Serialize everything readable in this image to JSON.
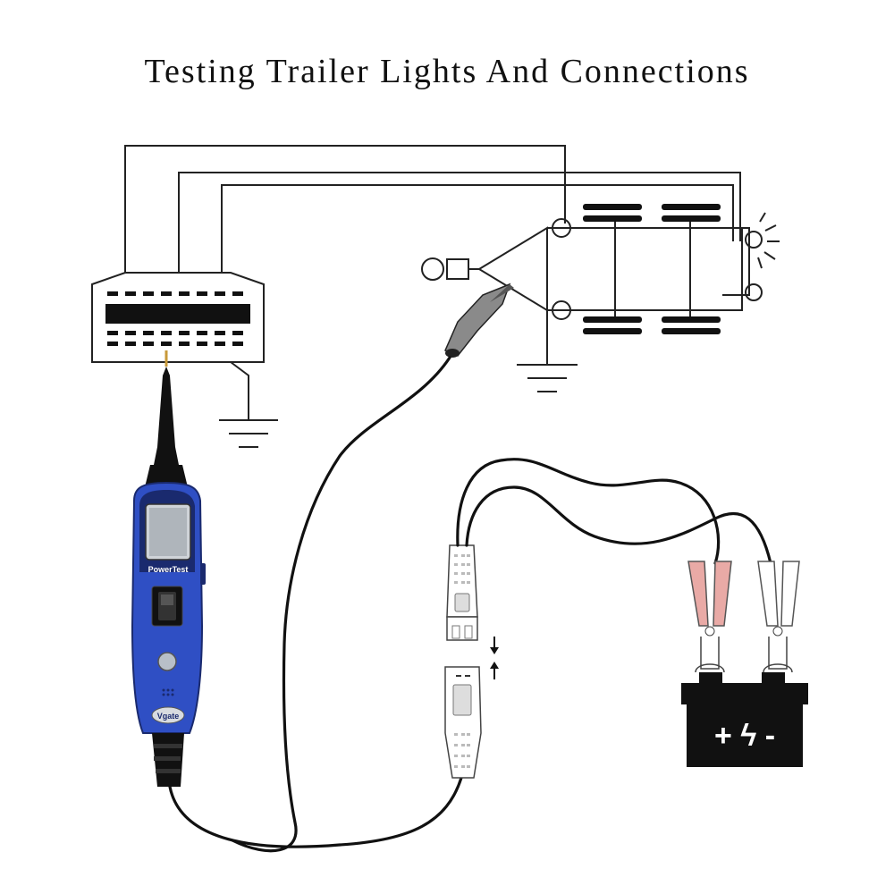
{
  "title": "Testing Trailer Lights And Connections",
  "device": {
    "label": "PowerTest",
    "brand": "Vgate"
  },
  "battery": {
    "symbol": "+ ϟ -"
  },
  "colors": {
    "device_body": "#2f4fc4",
    "device_dark": "#1a2a6e",
    "clamp_positive": "#e9aaa6",
    "battery": "#111111"
  },
  "icons": [
    "ground-symbol",
    "trailer-light-icon",
    "arrow-up-icon",
    "arrow-down-icon",
    "power-switch-icon"
  ]
}
